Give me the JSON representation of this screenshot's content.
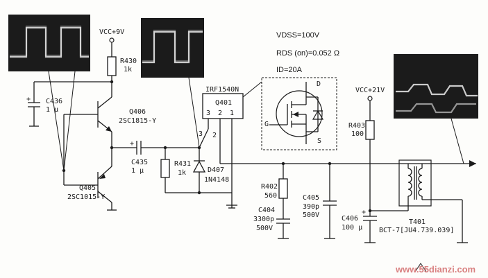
{
  "supply_left": "VCC+9V",
  "supply_right": "VCC+21V",
  "mosfet_part": "IRF1540N",
  "mosfet_ref": "Q401",
  "spec_vdss": "VDSS=100V",
  "spec_rds": "RDS (on)=0.052 Ω",
  "spec_id": "ID=20A",
  "pin_labels": [
    "3",
    "2",
    "1"
  ],
  "pin_d": "D",
  "pin_g": "G",
  "pin_s": "S",
  "components": {
    "r430": {
      "ref": "R430",
      "value": "1k"
    },
    "c436": {
      "ref": "C436",
      "value": "1 μ"
    },
    "q406": {
      "ref": "Q406",
      "part": "2SC1815-Y"
    },
    "q405": {
      "ref": "Q405",
      "part": "2SC1015-Y"
    },
    "c435": {
      "ref": "C435",
      "value": "1 μ"
    },
    "r431": {
      "ref": "R431",
      "value": "1k"
    },
    "d407": {
      "ref": "D407",
      "part": "1N4148"
    },
    "r402": {
      "ref": "R402",
      "value": "560"
    },
    "c404": {
      "ref": "C404",
      "value": "3300p",
      "voltage": "500V"
    },
    "c405": {
      "ref": "C405",
      "value": "390p",
      "voltage": "500V"
    },
    "r403": {
      "ref": "R403",
      "value": "100"
    },
    "c406": {
      "ref": "C406",
      "value": "100 μ"
    },
    "t401": {
      "ref": "T401",
      "part": "BCT-7[JU4.739.039]"
    }
  },
  "watermark": "www.55dianzi.com"
}
